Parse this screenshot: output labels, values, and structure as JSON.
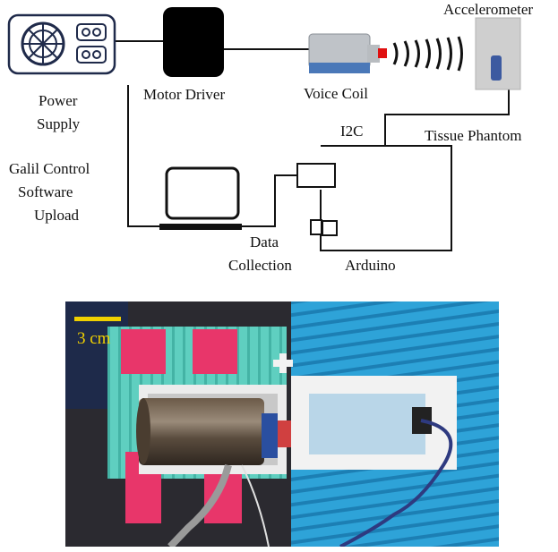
{
  "labels": {
    "accelerometer": "Accelerometer",
    "power_supply_1": "Power",
    "power_supply_2": "Supply",
    "motor_driver": "Motor Driver",
    "voice_coil": "Voice Coil",
    "tissue_phantom": "Tissue Phantom",
    "i2c": "I2C",
    "galil_1": "Galil Control",
    "galil_2": "Software",
    "galil_3": "Upload",
    "data_1": "Data",
    "data_2": "Collection",
    "arduino": "Arduino"
  },
  "photo": {
    "scale_label": "3 cm"
  },
  "colors": {
    "line": "#111111",
    "power_outline": "#1f2a4a",
    "voice_coil_gray": "#bfc3c8",
    "voice_coil_blue": "#4a78b8",
    "voice_coil_tip": "#e01010",
    "accelerometer_bg": "#cfcfcf",
    "accelerometer_chip": "#3c5aa0",
    "scale_bar": "#f0d000",
    "photo_blue": "#2ea3d8",
    "photo_teal": "#5fcfc0",
    "photo_pink": "#e8366a"
  }
}
